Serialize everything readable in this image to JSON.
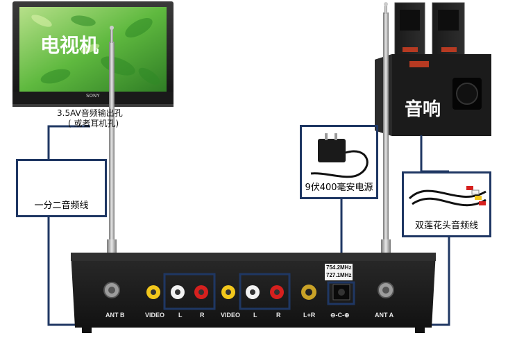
{
  "tv": {
    "label": "电视机",
    "brand": "SONY"
  },
  "tv_audio_output": {
    "line1": "3.5AV音频输出孔",
    "line2": "( 或者耳机孔)"
  },
  "speaker": {
    "label": "音响"
  },
  "cable_3_5_to_rca": {
    "label": "一分二音频线"
  },
  "power_adapter": {
    "label": "9伏400毫安电源"
  },
  "rca_cable": {
    "label": "双莲花头音频线"
  },
  "receiver_panel": {
    "ant_b": "ANT B",
    "video_1": "VIDEO",
    "l_1": "L",
    "r_1": "R",
    "video_2": "VIDEO",
    "l_2": "L",
    "r_2": "R",
    "l_plus_r": "L+R",
    "dc_symbol": "⊖-C-⊕",
    "ant_a": "ANT A",
    "freq_1": "754.2MHz",
    "freq_2": "727.1MHz"
  },
  "colors": {
    "callout_border": "#1f3763",
    "receiver_body": "#1c1c1c",
    "rca_white": "#f2f2f2",
    "rca_red": "#d6201e",
    "rca_yellow": "#f2c71c",
    "gold_jack": "#c9a227",
    "screen_green": "#5fb93f"
  }
}
